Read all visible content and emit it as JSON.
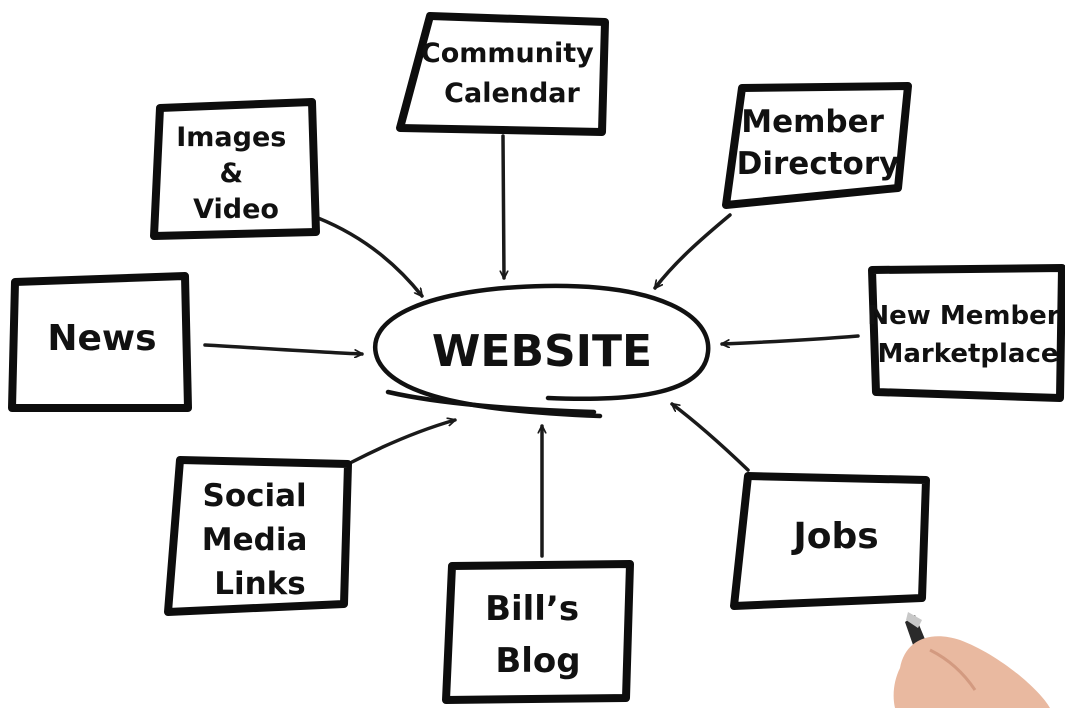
{
  "center": {
    "label": "WEBSITE"
  },
  "nodes": [
    {
      "id": "community-calendar",
      "lines": [
        "Community",
        "Calendar"
      ]
    },
    {
      "id": "member-directory",
      "lines": [
        "Member",
        "Directory"
      ]
    },
    {
      "id": "images-video",
      "lines": [
        "Images",
        "&",
        "Video"
      ]
    },
    {
      "id": "news",
      "lines": [
        "News"
      ]
    },
    {
      "id": "new-member-marketplace",
      "lines": [
        "New Member",
        "Marketplace"
      ]
    },
    {
      "id": "social-media-links",
      "lines": [
        "Social",
        "Media",
        "Links"
      ]
    },
    {
      "id": "bills-blog",
      "lines": [
        "Bill’s",
        "Blog"
      ]
    },
    {
      "id": "jobs",
      "lines": [
        "Jobs"
      ]
    }
  ],
  "edges": [
    {
      "from": "community-calendar",
      "to": "center"
    },
    {
      "from": "member-directory",
      "to": "center"
    },
    {
      "from": "images-video",
      "to": "center"
    },
    {
      "from": "news",
      "to": "center"
    },
    {
      "from": "new-member-marketplace",
      "to": "center"
    },
    {
      "from": "social-media-links",
      "to": "center"
    },
    {
      "from": "bills-blog",
      "to": "center"
    },
    {
      "from": "jobs",
      "to": "center"
    }
  ],
  "colors": {
    "ink": "#111111",
    "background": "#ffffff",
    "skin": "#e9b9a0"
  },
  "decoration": {
    "icon": "hand-holding-marker-icon"
  }
}
